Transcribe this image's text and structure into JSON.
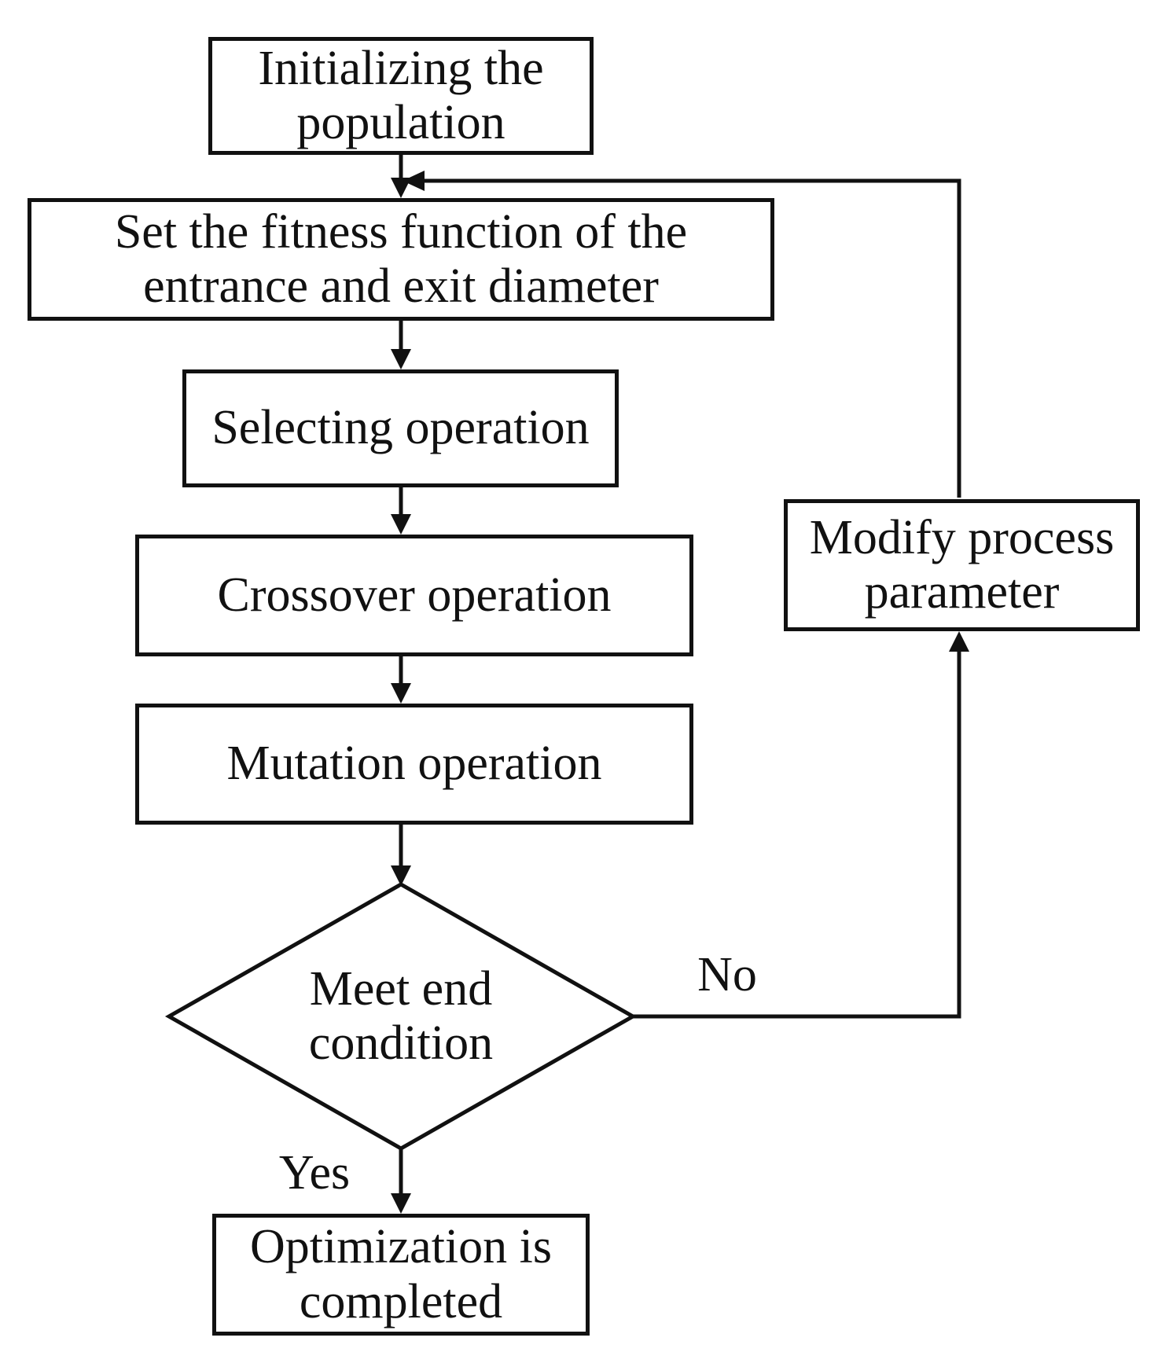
{
  "flowchart": {
    "colors": {
      "background": "#ffffff",
      "stroke": "#111111",
      "text": "#111111"
    },
    "nodes": [
      {
        "id": "initialize",
        "type": "process",
        "lines": [
          "Initializing the",
          "population"
        ]
      },
      {
        "id": "fitness",
        "type": "process",
        "lines": [
          "Set the fitness function of the",
          "entrance and exit diameter"
        ]
      },
      {
        "id": "selecting",
        "type": "process",
        "lines": [
          "Selecting operation"
        ]
      },
      {
        "id": "crossover",
        "type": "process",
        "lines": [
          "Crossover operation"
        ]
      },
      {
        "id": "mutation",
        "type": "process",
        "lines": [
          "Mutation operation"
        ]
      },
      {
        "id": "decision",
        "type": "decision",
        "lines": [
          "Meet end",
          "condition"
        ]
      },
      {
        "id": "modify",
        "type": "process",
        "lines": [
          "Modify process",
          "parameter"
        ]
      },
      {
        "id": "completed",
        "type": "process",
        "lines": [
          "Optimization is",
          "completed"
        ]
      }
    ],
    "edge_labels": [
      {
        "id": "no",
        "text": "No"
      },
      {
        "id": "yes",
        "text": "Yes"
      }
    ]
  }
}
